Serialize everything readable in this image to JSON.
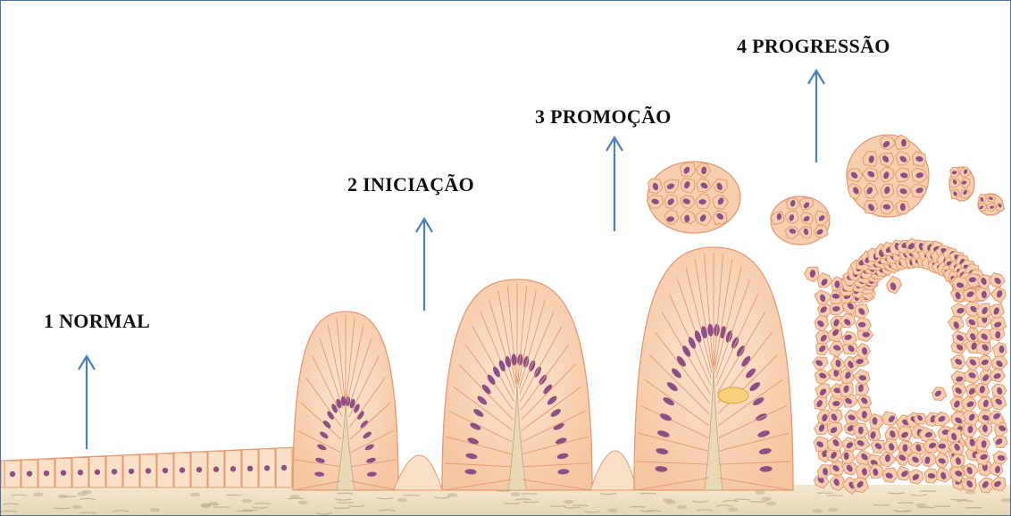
{
  "stages": [
    {
      "id": "normal",
      "label": "1 NORMAL"
    },
    {
      "id": "iniciacao",
      "label": "2 INICIAÇÃO"
    },
    {
      "id": "promocao",
      "label": "3 PROMOÇÃO"
    },
    {
      "id": "progressao",
      "label": "4 PROGRESSÃO"
    }
  ],
  "colors": {
    "arrow": "#4a7fc1",
    "border": "#4a6fa5",
    "cell_fill": "#f8cfae",
    "cell_fill_light": "#fbe0c8",
    "cell_outline": "#e39a72",
    "nucleus": "#8e4f86",
    "stroma": "#efe2c4",
    "stroma_fiber": "#b9a987",
    "abnormal_cell": "#f7d27a"
  }
}
